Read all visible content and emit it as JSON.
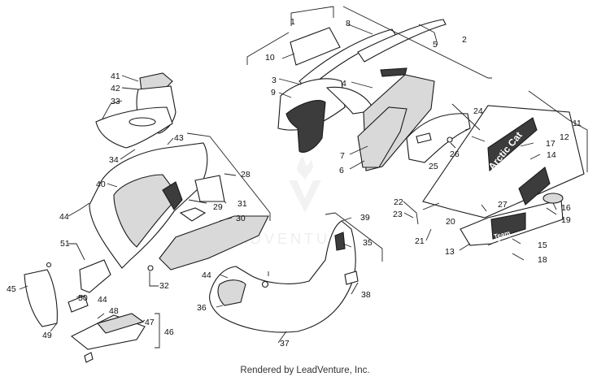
{
  "callouts": [
    "1",
    "2",
    "3",
    "4",
    "5",
    "6",
    "7",
    "8",
    "9",
    "10",
    "11",
    "12",
    "13",
    "14",
    "15",
    "16",
    "17",
    "18",
    "19",
    "20",
    "21",
    "22",
    "23",
    "24",
    "25",
    "26",
    "27",
    "28",
    "29",
    "30",
    "31",
    "32",
    "33",
    "34",
    "35",
    "36",
    "37",
    "38",
    "39",
    "40",
    "41",
    "42",
    "43",
    "44",
    "44",
    "44",
    "45",
    "46",
    "47",
    "48",
    "49",
    "50",
    "51"
  ],
  "decal": {
    "brand": "Arctic Cat",
    "side_logo": "Arctic Cat",
    "team": "Team",
    "team_brand": "Arctic"
  },
  "watermark": "LEADVENTURE",
  "footer": "Rendered by LeadVenture, Inc."
}
